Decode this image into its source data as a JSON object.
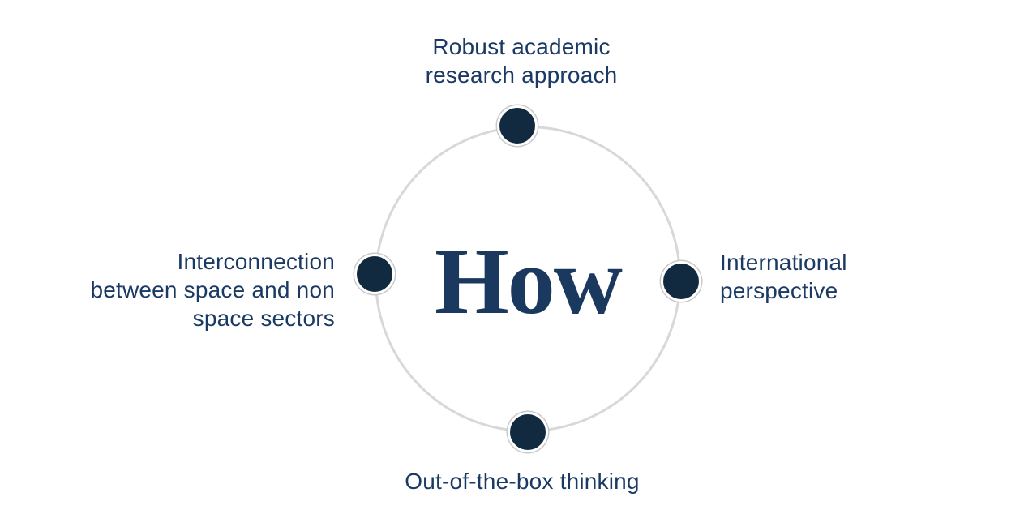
{
  "diagram": {
    "center_word": "How",
    "nodes": [
      {
        "position": "top",
        "label": "Robust academic research approach",
        "lines": [
          "Robust academic",
          "research approach"
        ]
      },
      {
        "position": "right",
        "label": "International perspective",
        "lines": [
          "International",
          "perspective"
        ]
      },
      {
        "position": "bottom",
        "label": "Out-of-the-box thinking",
        "lines": [
          "Out-of-the-box thinking"
        ]
      },
      {
        "position": "left",
        "label": "Interconnection between space and non space sectors",
        "lines": [
          "Interconnection",
          "between space and non",
          "space sectors"
        ]
      }
    ],
    "colors": {
      "background": "#ffffff",
      "label_text": "#1a3a64",
      "center_word": "#1b395e",
      "node_dot": "#122a40",
      "circle_stroke": "#d8d8d8",
      "dot_outer_ring": "#c9c9c9"
    }
  }
}
